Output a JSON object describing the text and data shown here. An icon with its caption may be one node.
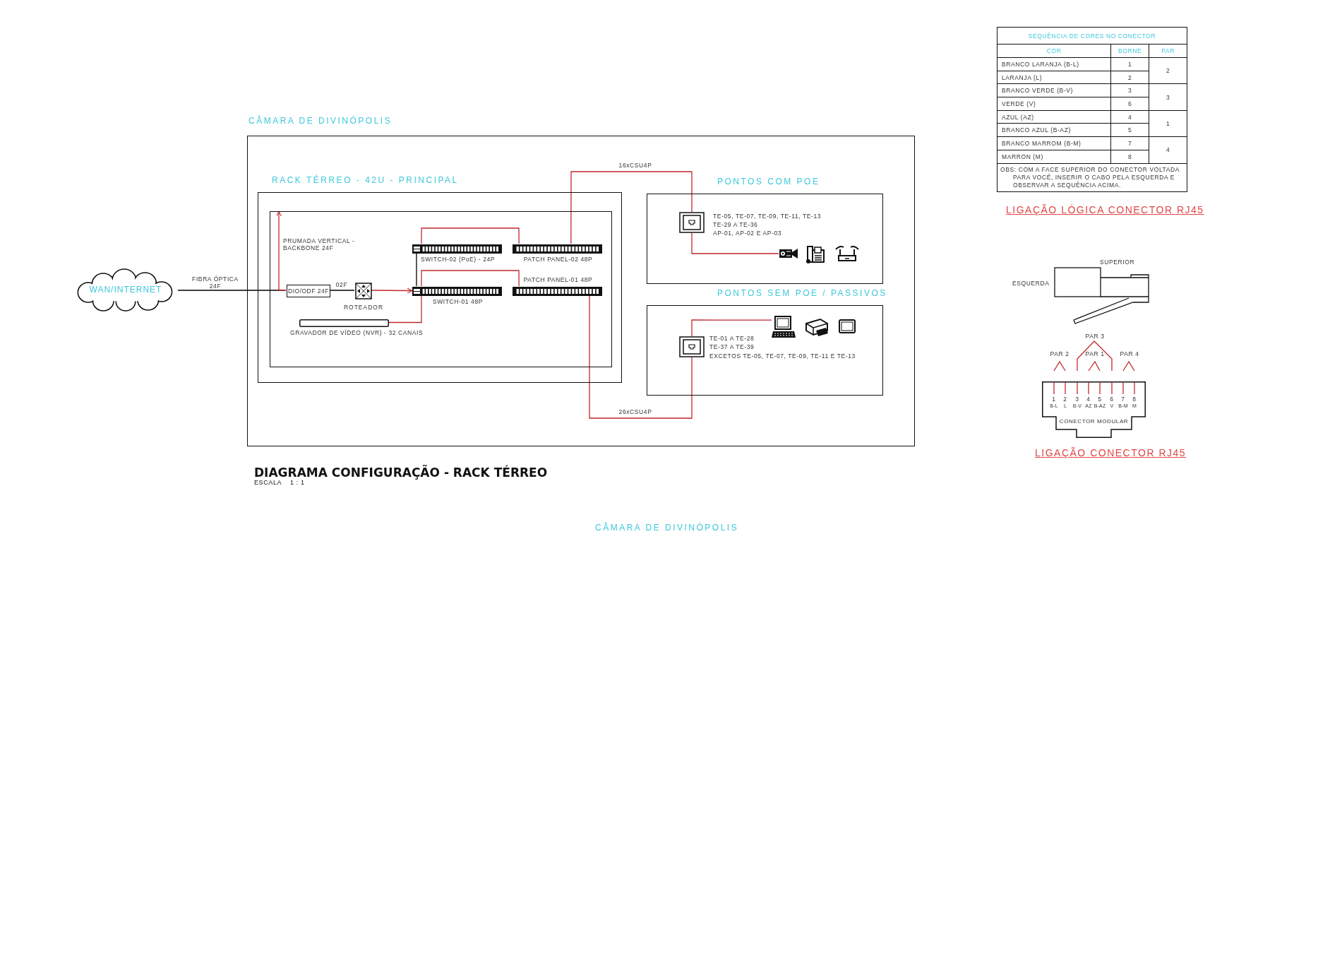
{
  "diagram": {
    "title": "DIAGRAMA CONFIGURAÇÃO - RACK TÉRREO",
    "nodes": [
      {
        "text": [
          "CÂMARA DE DIVINÓPOLIS"
        ]
      },
      {
        "text": [
          "WAN/INTERNET"
        ]
      },
      {
        "text": [
          "RACK TÉRREO - 42U - PRINCIPAL"
        ],
        "in": 0
      },
      {
        "text": [],
        "shape": "box",
        "in": 2
      },
      {
        "text": [
          "DIO/ODF 24F"
        ],
        "in": 3
      },
      {
        "text": [
          "ROTEADOR"
        ],
        "in": 3
      },
      {
        "text": [
          "SWITCH-02 (PoE) - 24P"
        ],
        "in": 3
      },
      {
        "text": [
          "PATCH PANEL-02 48P"
        ],
        "in": 3
      },
      {
        "text": [
          "SWITCH-01 48P"
        ],
        "in": 3
      },
      {
        "text": [
          "PATCH PANEL-01 48P"
        ],
        "in": 3
      },
      {
        "text": [
          "GRAVADOR DE VÍDEO (NVR) - 32 CANAIS"
        ],
        "in": 3
      },
      {
        "text": [
          "PONTOS COM POE"
        ],
        "in": 0
      },
      {
        "text": [],
        "shape": "picture",
        "beside": [
          "TE-05, TE-07, TE-09, TE-11, TE-13",
          "TE-29 A TE-36",
          "AP-01, AP-02 E AP-03"
        ],
        "in": 11
      },
      {
        "text": [],
        "shape": "picture",
        "in": 11
      },
      {
        "text": [
          "PONTOS SEM POE / PASSIVOS"
        ],
        "in": 0
      },
      {
        "text": [],
        "shape": "picture",
        "beside": [
          "TE-01 A TE-28",
          "TE-37 A TE-39",
          "EXCETOS TE-05, TE-07, TE-09, TE-11 E TE-13"
        ],
        "in": 14
      },
      {
        "text": [],
        "shape": "picture",
        "in": 14
      },
      {
        "text": [
          "CONECTOR MODULAR"
        ]
      }
    ],
    "edges": [
      {
        "from": 1,
        "to": 4,
        "arrow": "none",
        "label": "FIBRA ÓPTICA 24F",
        "color": "#000000"
      },
      {
        "from": 4,
        "to": 5,
        "arrow": "none",
        "label": "02F",
        "color": "#000000"
      },
      {
        "from": 5,
        "to": 8,
        "arrow": "to"
      },
      {
        "from": 6,
        "to": 7,
        "arrow": "none"
      },
      {
        "from": 8,
        "to": 9,
        "arrow": "none"
      },
      {
        "from": 6,
        "to": 8,
        "arrow": "none",
        "color": "#000000"
      },
      {
        "from": 8,
        "to": 10,
        "arrow": "none"
      },
      {
        "from": 4,
        "to": null,
        "arrow": "to",
        "label": "PRUMADA VERTICAL - BACKBONE 24F"
      },
      {
        "from": 7,
        "to": 12,
        "arrow": "none",
        "label": "16xCSU4P"
      },
      {
        "from": 12,
        "to": 13,
        "arrow": "none"
      },
      {
        "from": 9,
        "to": 15,
        "arrow": "none",
        "label": "26xCSU4P"
      },
      {
        "from": 15,
        "to": 16,
        "arrow": "none"
      }
    ],
    "labels": [
      "SEQUÊNCIA DE CORES NO CONECTOR",
      "COR",
      "BORNE",
      "PAR",
      "BRANCO LARANJA (B-L)",
      "1",
      "2",
      "LARANJA (L)",
      "2",
      "BRANCO VERDE (B-V)",
      "3",
      "3",
      "VERDE (V)",
      "6",
      "AZUL (AZ)",
      "4",
      "1",
      "BRANCO AZUL (B-AZ)",
      "5",
      "BRANCO MARROM (B-M)",
      "7",
      "4",
      "MARRON (M)",
      "8",
      "OBS: COM A FACE SUPERIOR DO CONECTOR VOLTADA PARA VOCÊ, INSERIR O CABO PELA ESQUERDA E OBSERVAR A SEQUÊNCIA ACIMA.",
      "LIGAÇÃO LÓGICA CONECTOR RJ45",
      "SUPERIOR",
      "ESQUERDA",
      "PAR 3",
      "PAR 2",
      "PAR 1",
      "PAR 4",
      "1",
      "2",
      "3",
      "4",
      "5",
      "6",
      "7",
      "8",
      "B-L",
      "L",
      "B-V",
      "AZ",
      "B-AZ",
      "V",
      "B-M",
      "M",
      "LIGAÇÃO CONECTOR RJ45",
      "ESCALA    1 : 1",
      "CÂMARA DE DIVINÓPOLIS"
    ]
  }
}
